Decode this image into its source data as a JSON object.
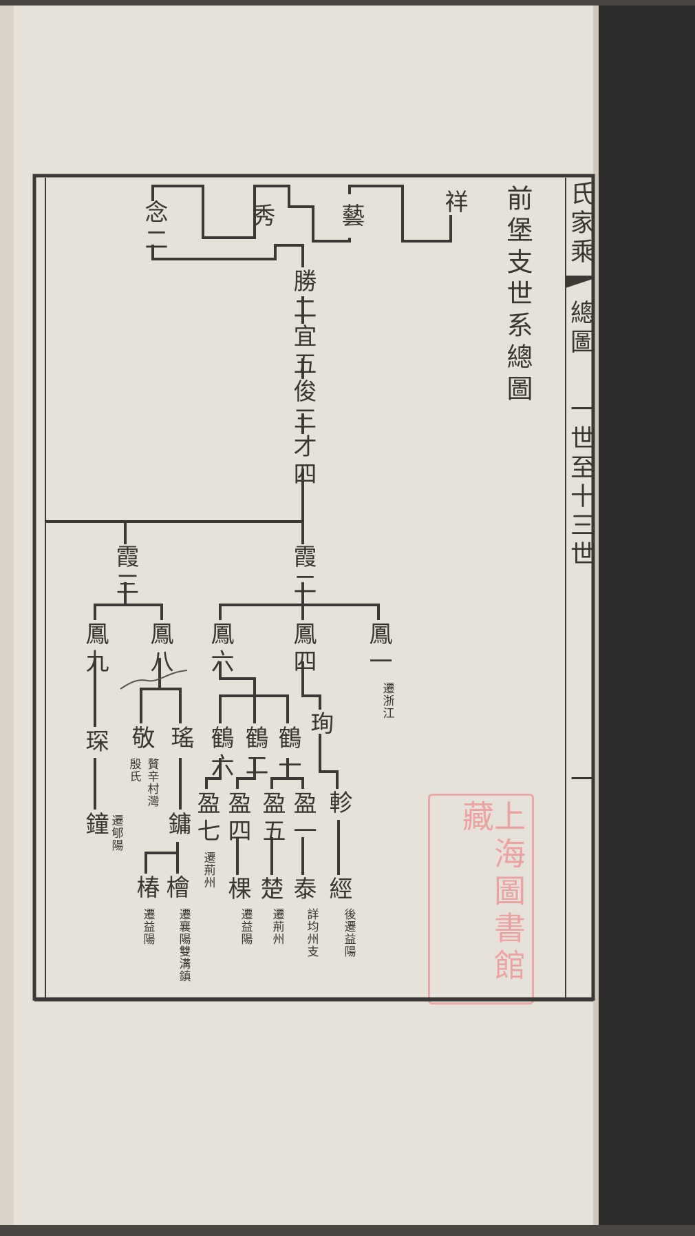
{
  "title": "前堡支世系總圖",
  "margin": {
    "book_title": "氏家乘",
    "section": "總圖",
    "range": "一世至十三世",
    "page_number": "一"
  },
  "seal": {
    "text": "上海圖書館藏",
    "color": "#e9a9a9"
  },
  "tree": {
    "ancestors": [
      "祥",
      "藝",
      "秀",
      "念二"
    ],
    "lineage": [
      "勝二",
      "宜五",
      "俊三",
      "才四"
    ],
    "nodes": [
      {
        "name": "霞三",
        "note": ""
      },
      {
        "name": "霞二",
        "note": ""
      },
      {
        "name": "鳳九",
        "note": ""
      },
      {
        "name": "鳳八",
        "note": ""
      },
      {
        "name": "鳳六",
        "note": ""
      },
      {
        "name": "鳳四",
        "note": ""
      },
      {
        "name": "鳳一",
        "note": "遷浙江"
      },
      {
        "name": "琛",
        "note": ""
      },
      {
        "name": "鐘",
        "note": "遷郇陽"
      },
      {
        "name": "敬",
        "note": "贅辛村灣",
        "note2": "殷氏"
      },
      {
        "name": "瑤",
        "note": ""
      },
      {
        "name": "鏞",
        "note": ""
      },
      {
        "name": "椿",
        "note": "遷益陽"
      },
      {
        "name": "檜",
        "note": "遷襄陽雙溝鎮"
      },
      {
        "name": "鶴六",
        "note": ""
      },
      {
        "name": "鶴二",
        "note": ""
      },
      {
        "name": "鶴一",
        "note": ""
      },
      {
        "name": "珣",
        "note": ""
      },
      {
        "name": "盈七",
        "note": "遷荊州"
      },
      {
        "name": "盈四",
        "note": ""
      },
      {
        "name": "盈五",
        "note": ""
      },
      {
        "name": "盈一",
        "note": ""
      },
      {
        "name": "軫",
        "note": ""
      },
      {
        "name": "棵",
        "note": "遷益陽"
      },
      {
        "name": "楚",
        "note": "遷荊州"
      },
      {
        "name": "泰",
        "note": "詳均州支"
      },
      {
        "name": "經",
        "note": "後遷益陽"
      }
    ]
  }
}
